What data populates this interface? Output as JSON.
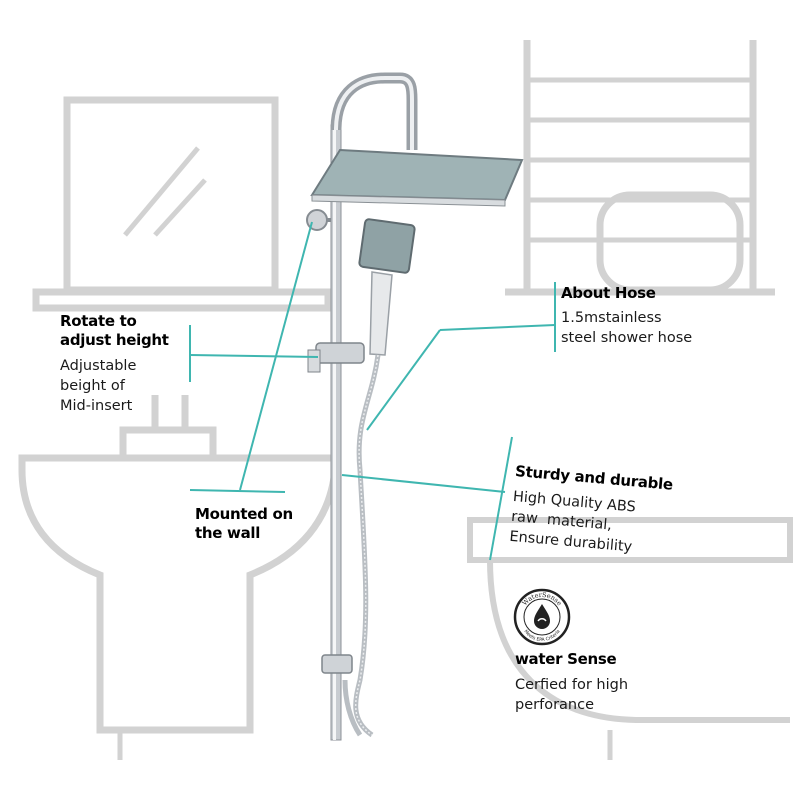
{
  "colors": {
    "accent_line": "#3fb6b0",
    "background_sketch": "#cfcfcf",
    "chrome": "#c7cbd0",
    "text": "#111111"
  },
  "callouts": {
    "rotate": {
      "title": "Rotate to adjust height",
      "lines": [
        "Adjustable",
        "beight of",
        "Mid-insert"
      ]
    },
    "hose": {
      "title": "About Hose",
      "lines": [
        "1.5mstainless",
        "steel shower hose"
      ]
    },
    "sturdy": {
      "title": "Sturdy and durable",
      "lines": [
        "High Quality ABS",
        "raw  material,",
        "Ensure durability"
      ]
    },
    "wall": {
      "title": "Mounted on the wall"
    },
    "water": {
      "title": "water Sense",
      "lines": [
        "Cerfied for high",
        "perforance"
      ]
    }
  },
  "badge": {
    "icon": "watersense-drop-icon",
    "text_top": "WaterSense",
    "text_bottom": "Meets EPA Criteria"
  }
}
